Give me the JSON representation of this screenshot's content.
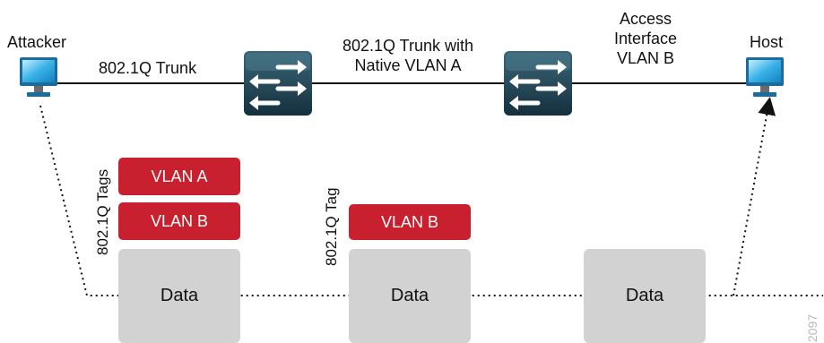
{
  "nodes": {
    "attacker": "Attacker",
    "host": "Host"
  },
  "links": {
    "link1": "802.1Q Trunk",
    "link2_line1": "802.1Q Trunk with",
    "link2_line2": "Native VLAN A",
    "link3_line1": "Access",
    "link3_line2": "Interface",
    "link3_line3": "VLAN B"
  },
  "frames": {
    "tags_label_1": "802.1Q Tags",
    "tag_label_2": "802.1Q Tag",
    "vlan_a": "VLAN A",
    "vlan_b": "VLAN B",
    "data": "Data"
  },
  "figure_id": "2097",
  "colors": {
    "tag_red": "#c8202e",
    "data_gray": "#d2d2d2",
    "switch_dark": "#1d3b4a",
    "monitor_blue": "#2aa7de"
  },
  "icons": [
    "monitor-icon",
    "switch-icon"
  ]
}
